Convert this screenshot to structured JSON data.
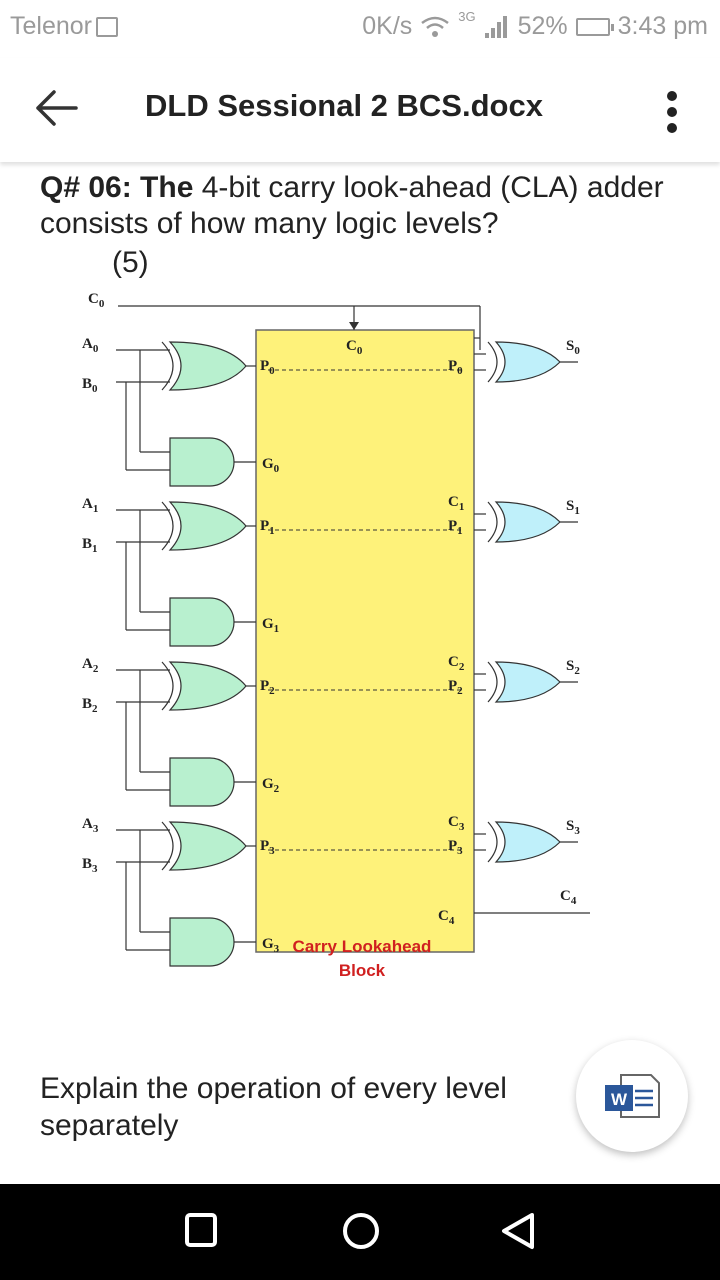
{
  "status_bar": {
    "carrier": "Telenor",
    "net_speed": "0K/s",
    "network_type": "3G",
    "battery": "52%",
    "time": "3:43 pm"
  },
  "toolbar": {
    "title": "DLD Sessional 2 BCS.docx",
    "back_icon": "arrow-left-icon",
    "more_icon": "more-vertical-icon"
  },
  "question": {
    "number": "Q# 06: The",
    "text": "4-bit carry look-ahead (CLA) adder consists of how many logic levels?",
    "marks": "(5)"
  },
  "diagram": {
    "carry_in": "C",
    "carry_in_sub": "0",
    "block_label_line1": "Carry Lookahead",
    "block_label_line2": "Block",
    "c4": "C",
    "c4_sub": "4",
    "colors": {
      "block_fill": "#fef27a",
      "input_gate": "#b8f0cf",
      "xor_gate": "#bff0fa",
      "block_label": "#d02020"
    },
    "bits": [
      {
        "a": "A",
        "b": "B",
        "sub": "0",
        "p": "P",
        "g": "G",
        "s": "S",
        "c": "C",
        "pr": "P",
        "pr_sub": "0",
        "c_sub": "0"
      },
      {
        "a": "A",
        "b": "B",
        "sub": "1",
        "p": "P",
        "g": "G",
        "s": "S",
        "c": "C",
        "pr": "P",
        "pr_sub": "1",
        "c_sub": "1"
      },
      {
        "a": "A",
        "b": "B",
        "sub": "2",
        "p": "P",
        "g": "G",
        "s": "S",
        "c": "C",
        "pr": "P",
        "pr_sub": "2",
        "c_sub": "2"
      },
      {
        "a": "A",
        "b": "B",
        "sub": "3",
        "p": "P",
        "g": "G",
        "s": "S",
        "c": "C",
        "pr": "P",
        "pr_sub": "3",
        "c_sub": "3"
      }
    ]
  },
  "explain_text": "Explain the operation of every level separately",
  "fab": {
    "icon": "word-document-icon",
    "label": "W"
  },
  "navbar": {
    "recents_icon": "square-icon",
    "home_icon": "circle-icon",
    "back_icon": "triangle-back-icon"
  }
}
